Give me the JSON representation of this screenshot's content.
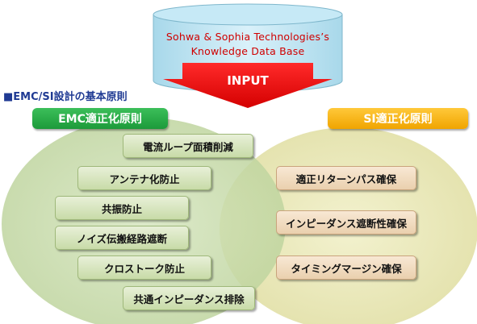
{
  "database": {
    "line1": "Sohwa & Sophia Technologies’s",
    "line2": "Knowledge  Data  Base",
    "input_label": "INPUT"
  },
  "heading": {
    "marker": "■",
    "text": "EMC/SI設計の基本原則"
  },
  "emc": {
    "header": "EMC適正化原則",
    "items": [
      "電流ループ面積削減",
      "アンテナ化防止",
      "共振防止",
      "ノイズ伝搬経路遮断",
      "クロストーク防止",
      "共通インピーダンス排除"
    ]
  },
  "si": {
    "header": "SI適正化原則",
    "items": [
      "適正リターンパス確保",
      "インピーダンス遮断性確保",
      "タイミングマージン確保"
    ]
  },
  "colors": {
    "emc_header": "#1c9a3a",
    "si_header": "#f0a400",
    "emc_circle": "#c9dcae",
    "si_circle": "#ecebbd",
    "db_text": "#d00000",
    "arrow": "#e60000",
    "heading_text": "#1f3a93"
  }
}
